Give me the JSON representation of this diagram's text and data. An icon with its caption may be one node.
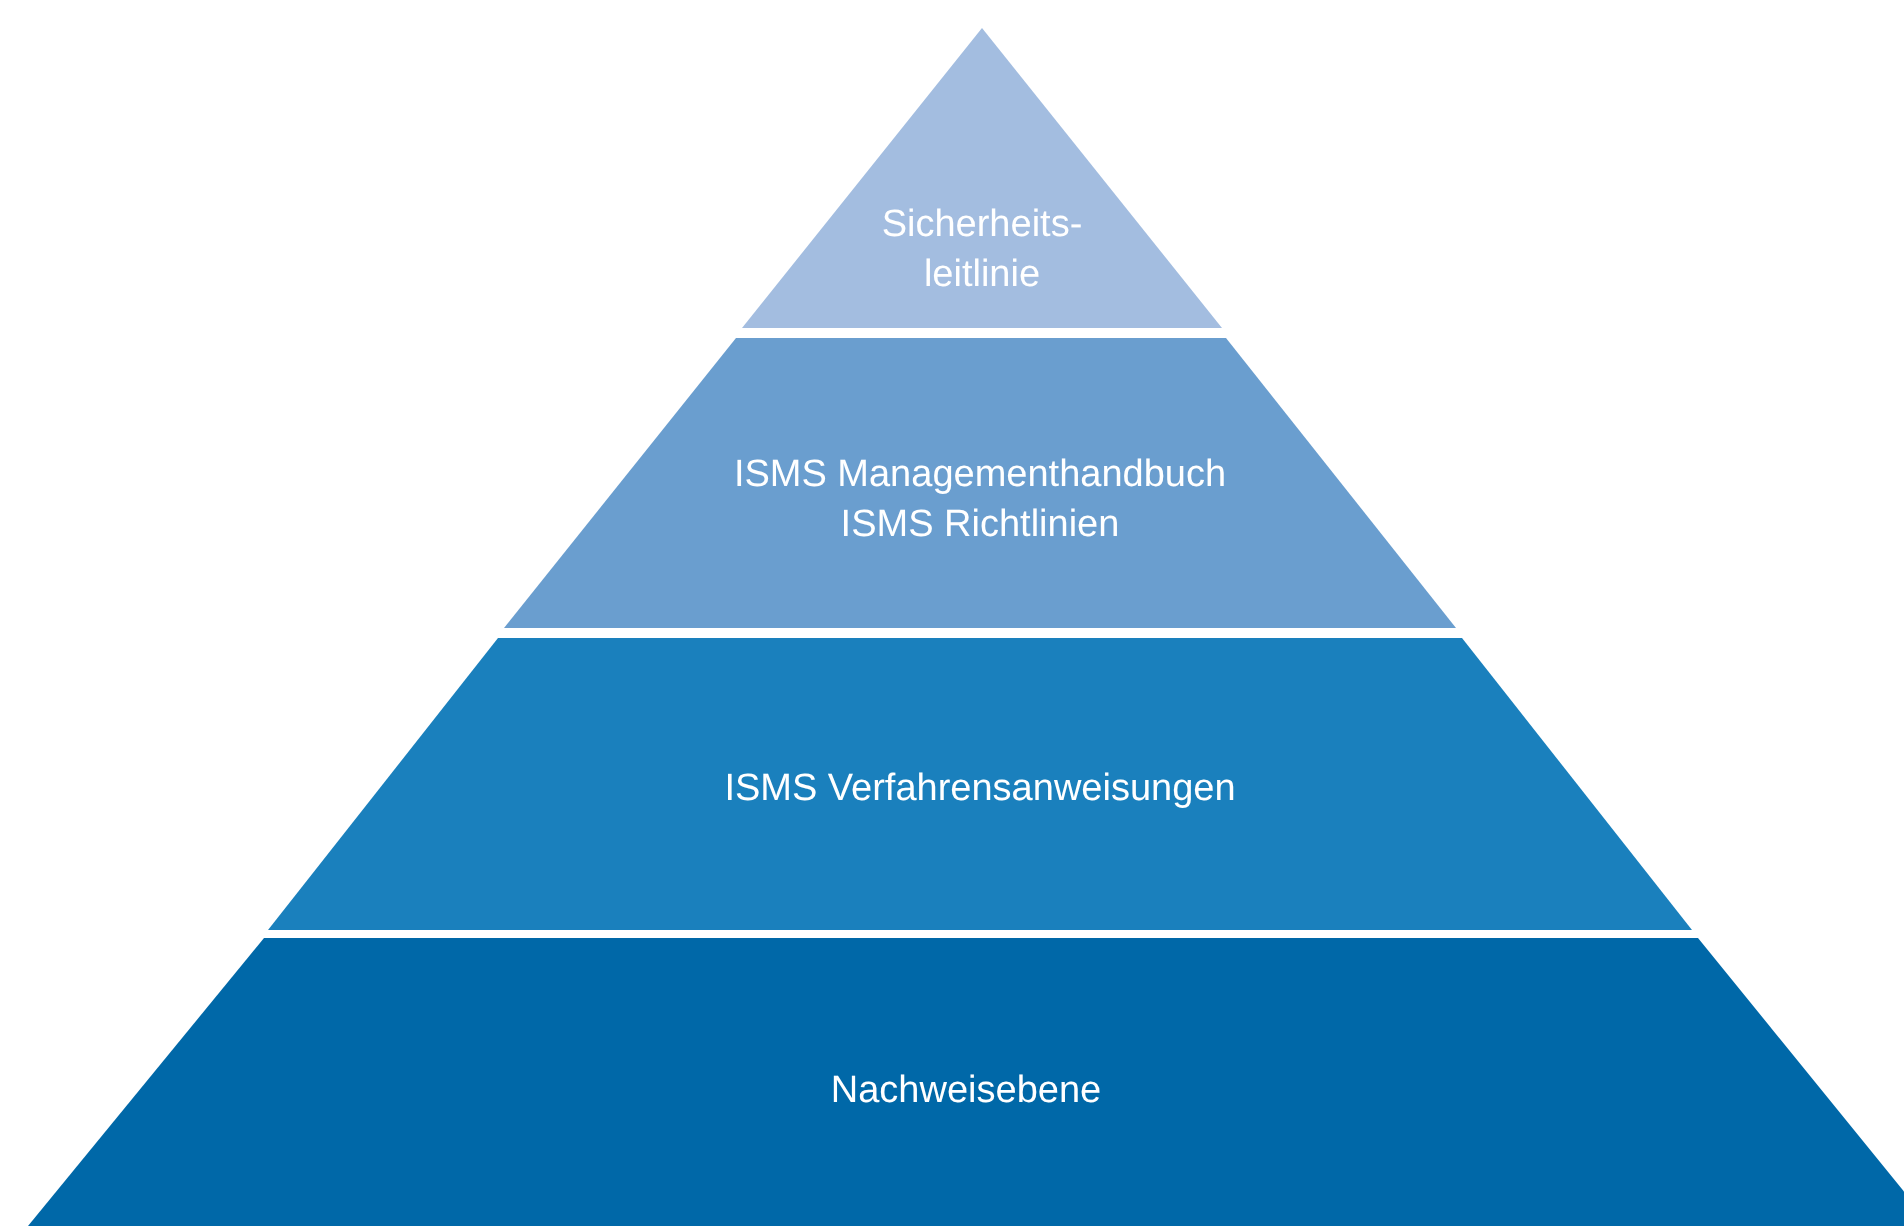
{
  "diagram": {
    "nodes": [
      {
        "text": [
          "Sicherheits- leitlinie"
        ]
      },
      {
        "text": [
          "ISMS Managementhandbuch",
          "ISMS Richtlinien"
        ]
      },
      {
        "text": [
          "ISMS Verfahrensanweisungen"
        ]
      },
      {
        "text": [
          "Nachweisebene"
        ]
      }
    ]
  }
}
